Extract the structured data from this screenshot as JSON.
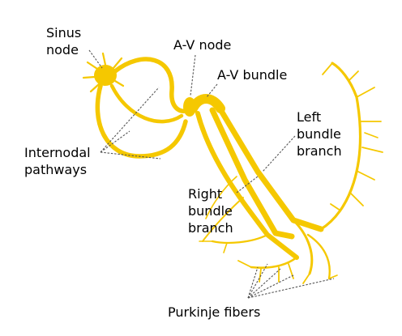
{
  "labels": {
    "sinus_node": [
      "Sinus",
      "node"
    ],
    "av_node": "A-V node",
    "av_bundle": "A-V bundle",
    "left_bundle_branch": [
      "Left",
      "bundle",
      "branch"
    ],
    "internodal_pathways": [
      "Internodal",
      "pathways"
    ],
    "right_bundle_branch": [
      "Right",
      "bundle",
      "branch"
    ],
    "purkinje_fibers": "Purkinje fibers"
  },
  "colors": {
    "conduction": "#F5C800",
    "conduction_dark": "#E2B200",
    "label_text": "#000000",
    "leader_line": "#555555"
  }
}
